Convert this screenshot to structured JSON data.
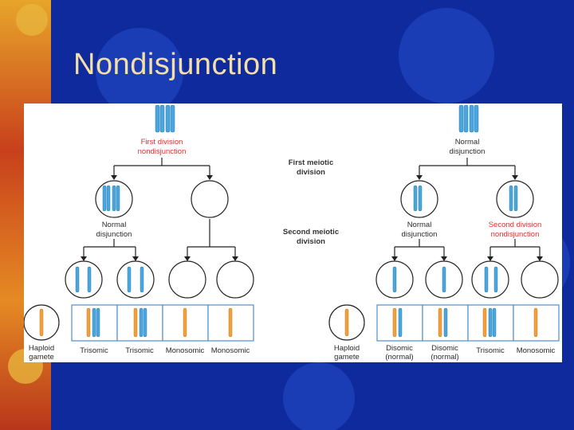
{
  "slide": {
    "title": "Nondisjunction"
  },
  "colors": {
    "background": "#0f2a9c",
    "title": "#f4dfa6",
    "chromosome_blue": "#4aa6dc",
    "chromosome_orange": "#f0a13c",
    "highlight_red": "#d8322c"
  },
  "diagram": {
    "center": {
      "first_meiotic": [
        "First meiotic",
        "division"
      ],
      "second_meiotic": [
        "Second meiotic",
        "division"
      ]
    },
    "left": {
      "top_label": [
        "First division",
        "nondisjunction"
      ],
      "mid_label": [
        "Normal",
        "disjunction"
      ],
      "haploid": [
        "Haploid",
        "gamete"
      ],
      "gametes": [
        "Trisomic",
        "Trisomic",
        "Monosomic",
        "Monosomic"
      ]
    },
    "right": {
      "top_label": [
        "Normal",
        "disjunction"
      ],
      "mid_left_label": [
        "Normal",
        "disjunction"
      ],
      "mid_right_label": [
        "Second division",
        "nondisjunction"
      ],
      "haploid": [
        "Haploid",
        "gamete"
      ],
      "gametes": [
        [
          "Disomic",
          "(normal)"
        ],
        [
          "Disomic",
          "(normal)"
        ],
        [
          "Trisomic"
        ],
        [
          "Monosomic"
        ]
      ]
    }
  }
}
